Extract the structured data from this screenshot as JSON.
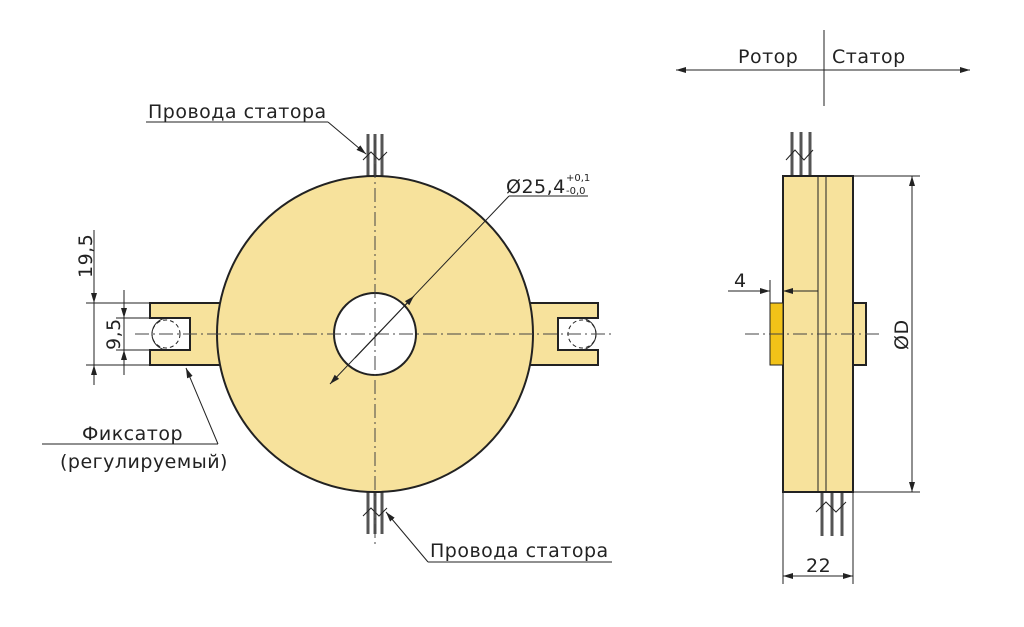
{
  "front_view": {
    "stator_wires_label_top": "Провода статора",
    "stator_wires_label_bottom": "Провода статора",
    "bore_diameter": "Ø25,4",
    "bore_tol_upper": "+0,1",
    "bore_tol_lower": "-0,0",
    "dim_fixator_offset": "19,5",
    "dim_fixator_width": "9,5",
    "fixator_label_line1": "Фиксатор",
    "fixator_label_line2": "(регулируемый)"
  },
  "side_view": {
    "rotor_label": "Ротор",
    "stator_label": "Статор",
    "dim_shim": "4",
    "dim_outer_diameter": "ØD",
    "dim_thickness": "22"
  },
  "colors": {
    "body": "#f7e29c",
    "screw": "#f3cf4a",
    "shim": "#f2c218",
    "line": "#222222"
  }
}
